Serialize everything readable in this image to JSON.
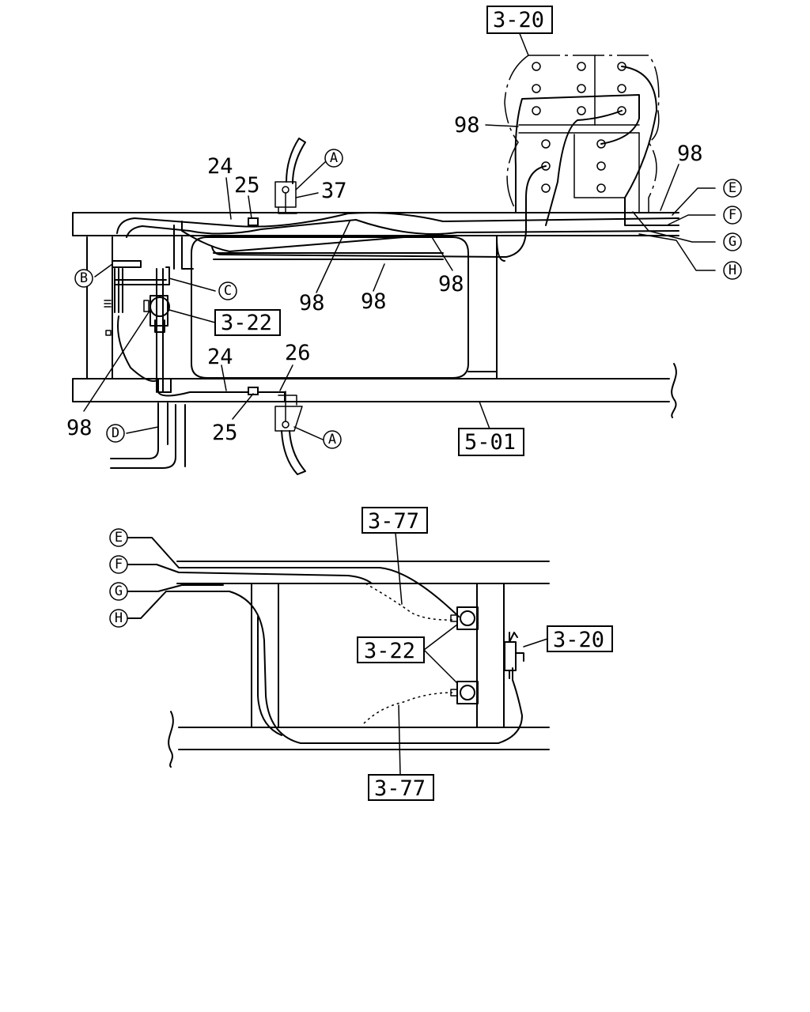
{
  "upper": {
    "refs": {
      "ref_3_20": "3-20",
      "ref_3_22": "3-22",
      "ref_5_01": "5-01"
    },
    "parts": {
      "p98_a": "98",
      "p98_b": "98",
      "p98_c": "98",
      "p98_d": "98",
      "p98_e": "98",
      "p98_f": "98",
      "p24_top": "24",
      "p25_top": "25",
      "p37": "37",
      "p24_bottom": "24",
      "p25_bottom": "25",
      "p26": "26"
    },
    "callouts": {
      "a_top": "A",
      "a_bottom": "A",
      "b": "B",
      "c": "C",
      "d": "D",
      "e": "E",
      "f": "F",
      "g": "G",
      "h": "H"
    }
  },
  "lower": {
    "refs": {
      "ref_3_77_top": "3-77",
      "ref_3_22": "3-22",
      "ref_3_20": "3-20",
      "ref_3_77_bottom": "3-77"
    },
    "callouts": {
      "e": "E",
      "f": "F",
      "g": "G",
      "h": "H"
    }
  }
}
